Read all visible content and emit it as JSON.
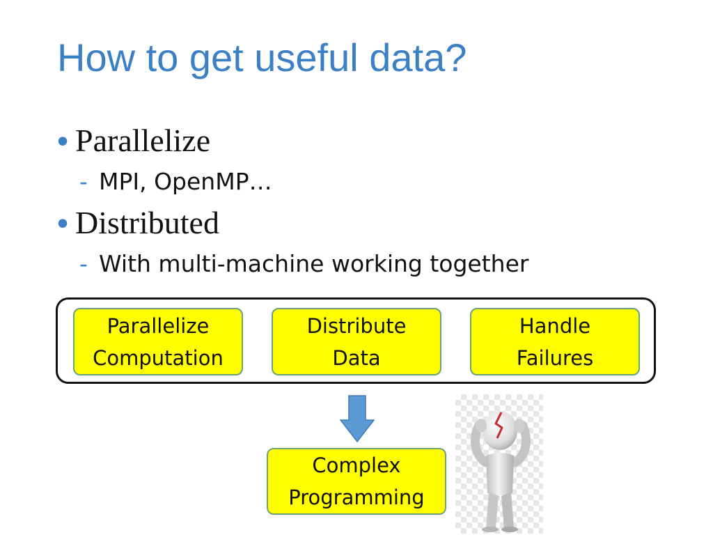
{
  "slide": {
    "title": "How to get useful data?",
    "bullets": [
      {
        "text": "Parallelize",
        "sub": "MPI, OpenMP…"
      },
      {
        "text": "Distributed",
        "sub": "With multi-machine working together"
      }
    ],
    "boxes": [
      {
        "line1": "Parallelize",
        "line2": "Computation"
      },
      {
        "line1": "Distribute",
        "line2": "Data"
      },
      {
        "line1": "Handle",
        "line2": "Failures"
      }
    ],
    "result": {
      "line1": "Complex",
      "line2": "Programming"
    }
  },
  "colors": {
    "title": "#3b7fc4",
    "box_fill": "#ffff00",
    "box_border": "#6c9f7c",
    "arrow": "#5b9bd5"
  },
  "icons": {
    "bullet": "•",
    "sub_bullet": "-",
    "arrow": "down-arrow-icon",
    "figure": "stressed-person-icon"
  }
}
